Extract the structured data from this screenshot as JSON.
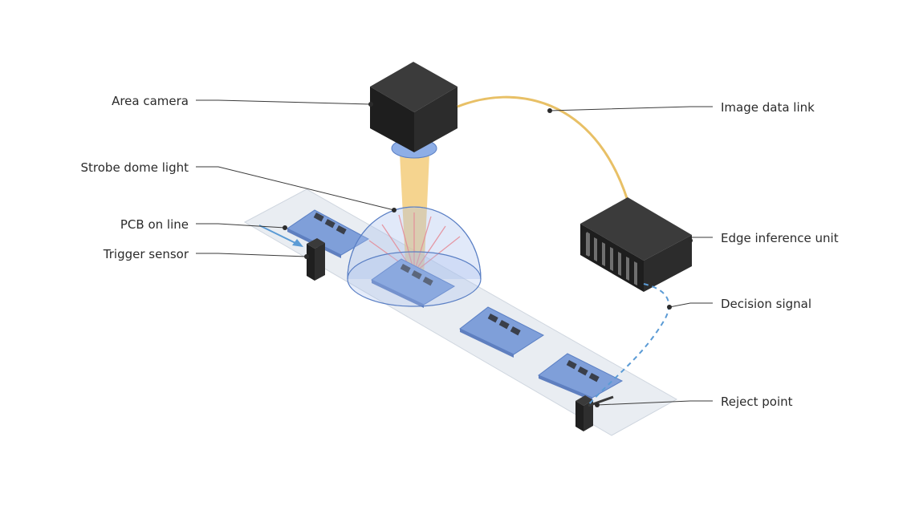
{
  "labels": {
    "area_camera": "Area camera",
    "strobe_dome_light": "Strobe dome light",
    "pcb_on_line": "PCB on line",
    "trigger_sensor": "Trigger sensor",
    "image_data_link": "Image data link",
    "edge_inference_unit": "Edge inference unit",
    "decision_signal": "Decision signal",
    "reject_point": "Reject point"
  },
  "colors": {
    "camera_body": "#2a2a2a",
    "beam": "#f1c56a",
    "pcb": "#7f9fd9",
    "dome": "#a9c0ee",
    "data_link": "#e8c066",
    "decision_signal": "#5b9bd5",
    "conveyor": "#e9edf2",
    "light_rays": "#e58a96"
  }
}
